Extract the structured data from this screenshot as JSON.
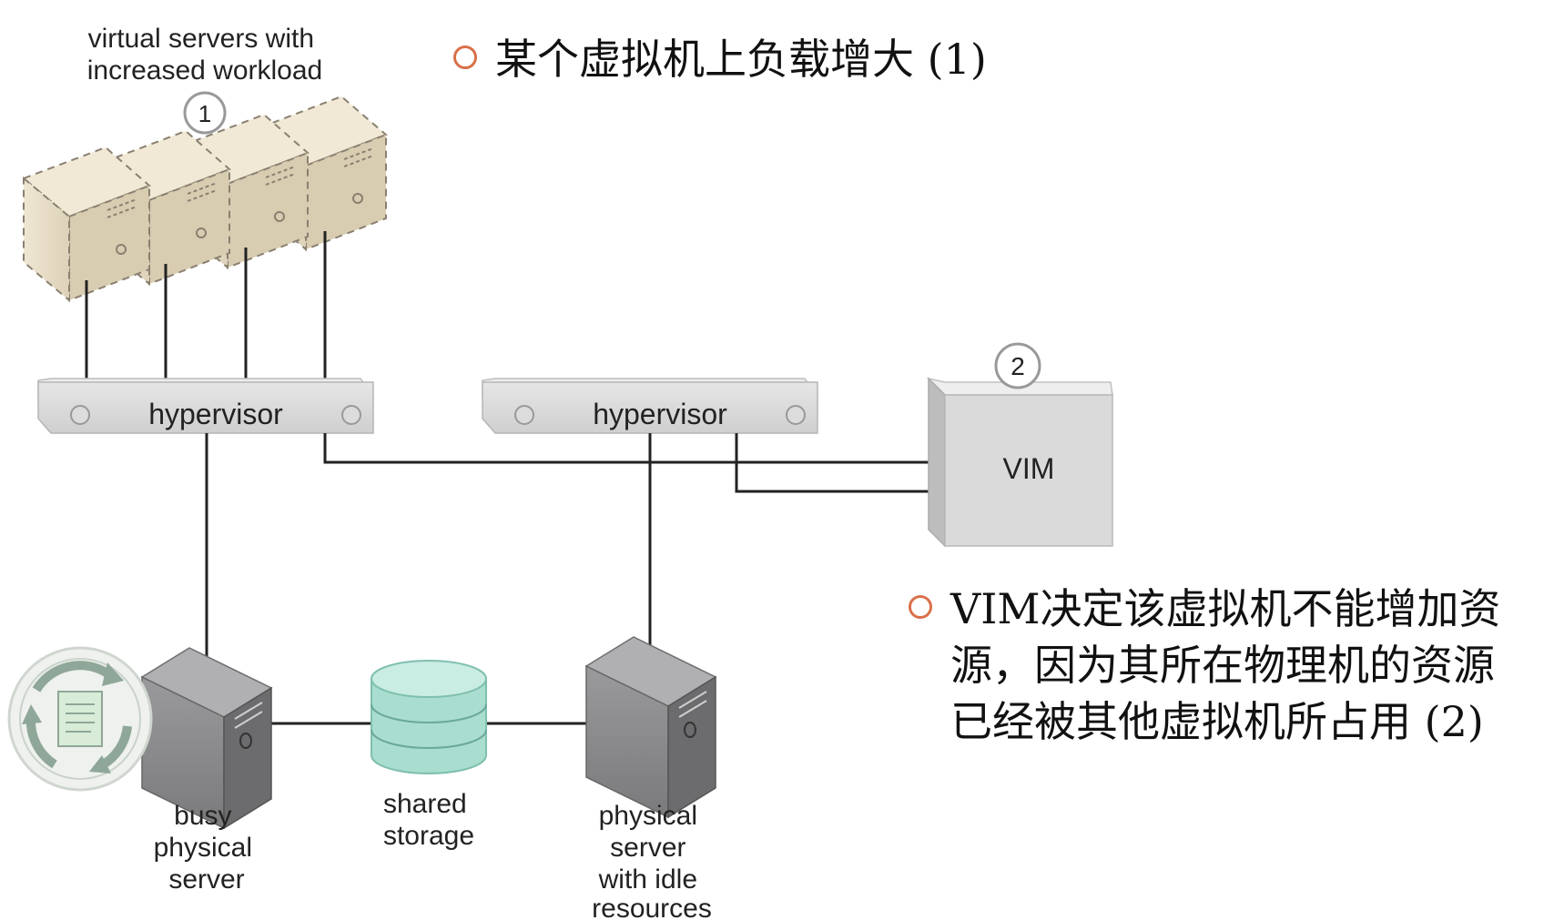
{
  "diagram": {
    "vm_group_label": "virtual servers with increased workload",
    "vm_group_label_lines": [
      "virtual servers with",
      "increased workload"
    ],
    "step_1": "1",
    "step_2": "2",
    "hypervisor_left": "hypervisor",
    "hypervisor_right": "hypervisor",
    "vim": "VIM",
    "busy_server_lines": [
      "busy",
      "physical",
      "server"
    ],
    "shared_storage_lines": [
      "shared",
      "storage"
    ],
    "idle_server_lines": [
      "physical",
      "server",
      "with idle",
      "resources"
    ]
  },
  "bullets": {
    "b1": "某个虚拟机上负载增大 (1)",
    "b2": "VIM决定该虚拟机不能增加资\n源，因为其所在物理机的资源\n已经被其他虚拟机所占用 (2)"
  },
  "colors": {
    "vm_fill": "#e6dcc6",
    "vm_dash": "#8a8070",
    "hypervisor": "#d6d6d6",
    "vim": "#d8d8d8",
    "server": "#8c8c8e",
    "storage": "#a9ddd0",
    "bullet_ring": "#d9704a"
  }
}
